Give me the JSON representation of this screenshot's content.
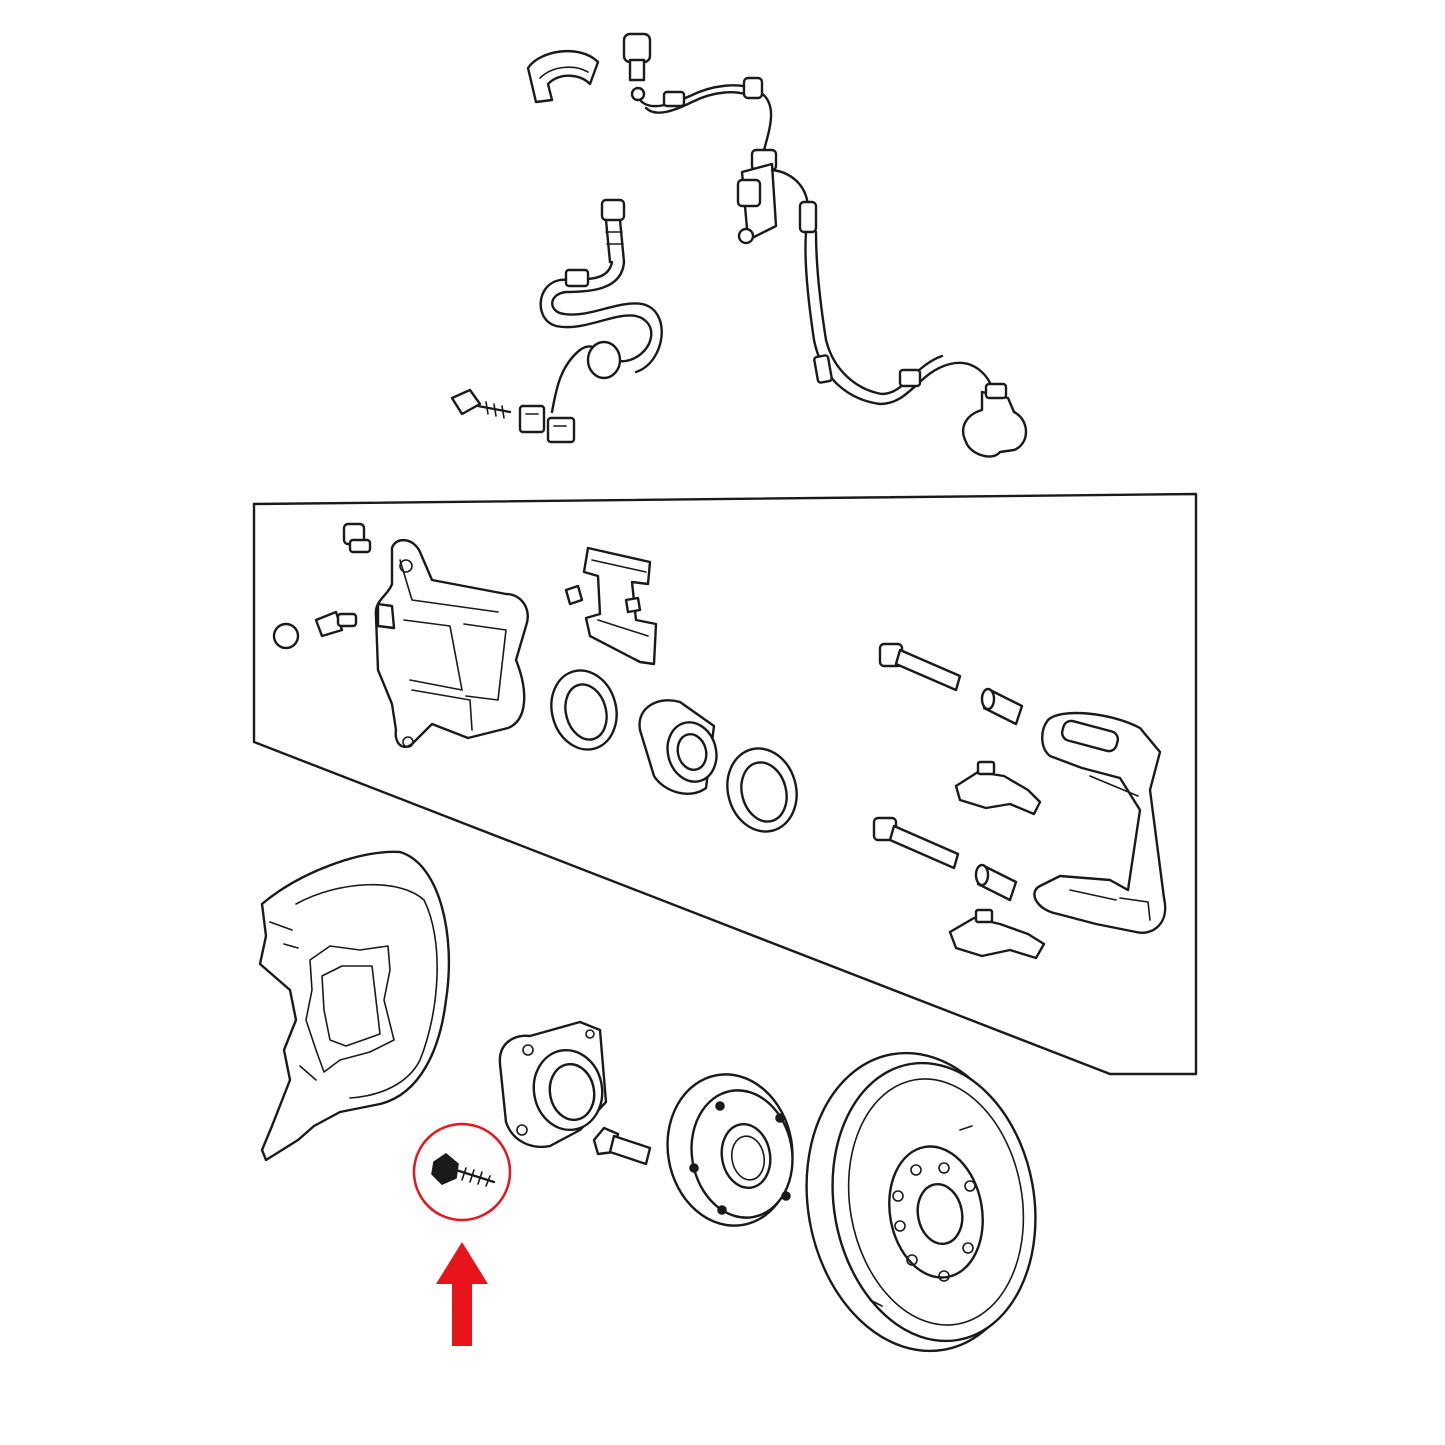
{
  "diagram": {
    "highlight_color": "#e8141c",
    "line_color": "#1a1a1a",
    "background_color": "#ffffff",
    "parts": [
      "abs-sensor-harness-right",
      "abs-sensor-harness-left",
      "brake-caliper-assembly",
      "splash-shield",
      "wheel-bearing",
      "hub-bolt",
      "wheel-hub",
      "brake-disc-rotor",
      "highlighted-bolt"
    ],
    "icons": [
      "circle-highlight-icon",
      "arrow-up-icon"
    ]
  }
}
